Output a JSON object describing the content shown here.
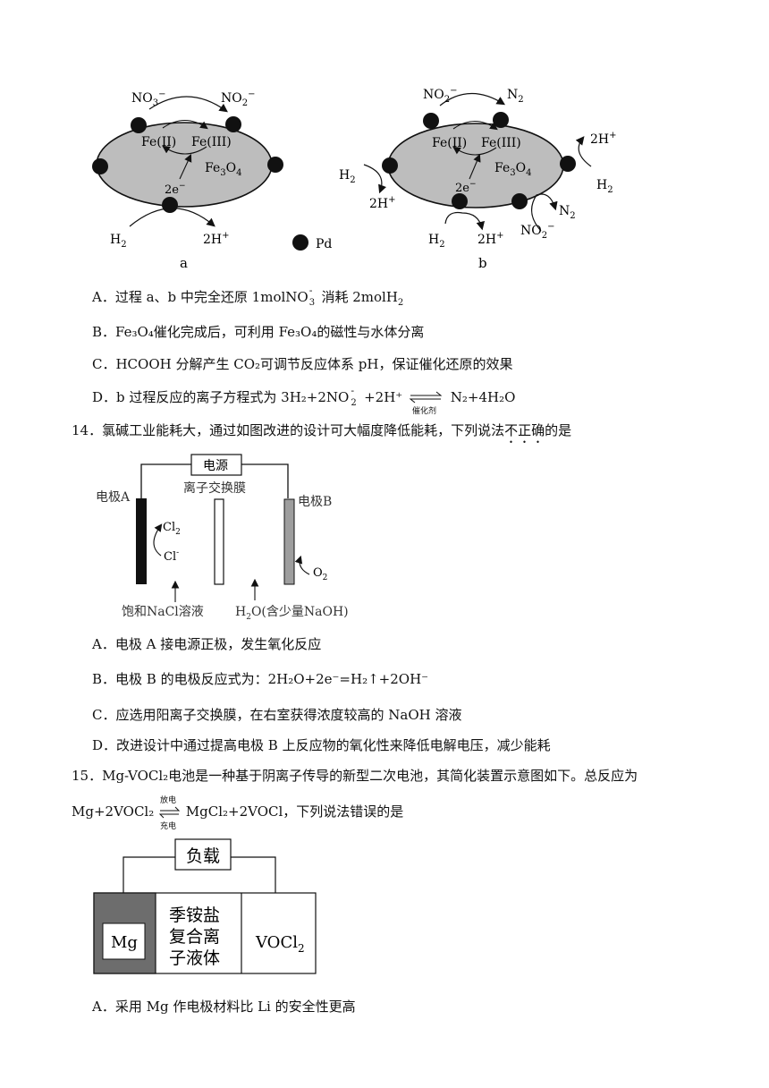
{
  "fig13": {
    "a": {
      "top_left": "NO3−",
      "top_right": "NO2−",
      "fe2": "Fe(II)",
      "fe3": "Fe(III)",
      "fe3o4": "Fe3O4",
      "e": "2e−",
      "bottom_left": "H2",
      "bottom_right": "2H+",
      "caption": "a"
    },
    "legend_pd": "Pd",
    "b": {
      "top_left": "NO2−",
      "top_right": "N2",
      "fe2": "Fe(II)",
      "fe3": "Fe(III)",
      "fe3o4": "Fe3O4",
      "e": "2e−",
      "left_h2": "H2",
      "left_2h": "2H+",
      "right_2h": "2H+",
      "right_h2": "H2",
      "low_n2": "N2",
      "low_no2": "NO2−",
      "bottom_h2": "H2",
      "bottom_2h": "2H+",
      "caption": "b"
    }
  },
  "q13": {
    "A": "A．过程 a、b 中完全还原 1molNO",
    "A_sup": "-",
    "A_sub": "3",
    "A_end": " 消耗 2molH",
    "A_end_sub": "2",
    "B": "B．Fe₃O₄催化完成后，可利用 Fe₃O₄的磁性与水体分离",
    "C": "C．HCOOH 分解产生 CO₂可调节反应体系 pH，保证催化还原的效果",
    "D_pre": "D．b 过程反应的离子方程式为 3H₂+2NO",
    "D_sup": "-",
    "D_sub": "2",
    "D_mid": " +2H⁺",
    "D_cat": "催化剂",
    "D_end": "N₂+4H₂O"
  },
  "q14": {
    "stem_pre": "14．氯碱工业能耗大，通过如图改进的设计可大幅度降低能耗，下列说法",
    "stem_emph": "不正确",
    "stem_post": "的是",
    "fig": {
      "power": "电源",
      "membrane": "离子交换膜",
      "electrode_a": "电极A",
      "electrode_b": "电极B",
      "cl2": "Cl2",
      "cl": "Cl-",
      "o2": "O2",
      "left_solution": "饱和NaCl溶液",
      "right_solution": "H2O(含少量NaOH)"
    },
    "A": "A．电极 A 接电源正极，发生氧化反应",
    "B": "B．电极 B 的电极反应式为：2H₂O+2e⁻=H₂↑+2OH⁻",
    "C": "C．应选用阳离子交换膜，在右室获得浓度较高的 NaOH 溶液",
    "D": "D．改进设计中通过提高电极 B 上反应物的氧化性来降低电解电压，减少能耗"
  },
  "q15": {
    "stem1": "15．Mg-VOCl₂电池是一种基于阴离子传导的新型二次电池，其简化装置示意图如下。总反应为",
    "eq_left": "Mg+2VOCl₂",
    "eq_top": "放电",
    "eq_bottom": "充电",
    "eq_right": "MgCl₂+2VOCl，下列说法错误的是",
    "fig": {
      "load": "负载",
      "mg": "Mg",
      "electrolyte_l1": "季铵盐",
      "electrolyte_l2": "复合离",
      "electrolyte_l3": "子液体",
      "vocl2": "VOCl2"
    },
    "A": "A．采用 Mg 作电极材料比 Li 的安全性更高"
  }
}
